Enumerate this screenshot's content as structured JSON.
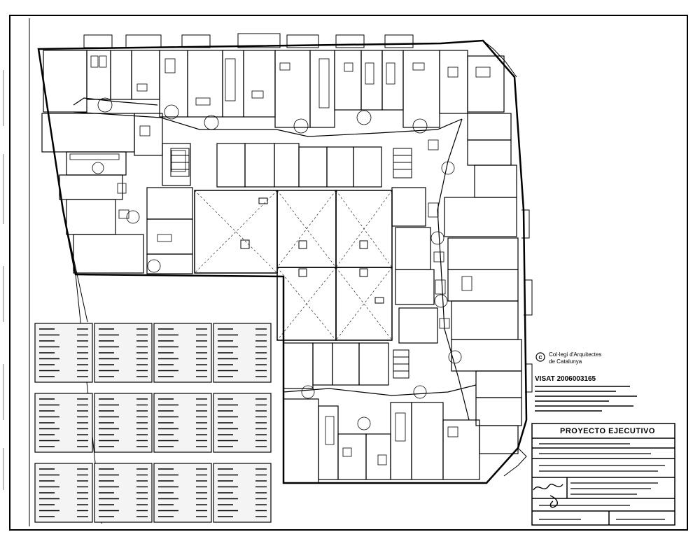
{
  "seal": {
    "line1": "Col·legi d'Arquitectes",
    "line2": "de Catalunya"
  },
  "visado": {
    "code": "VISAT 2006003165"
  },
  "title_block": {
    "heading": "PROYECTO EJECUTIVO"
  },
  "colors": {
    "ink": "#000000",
    "paper": "#ffffff",
    "table_fill": "#f4f4f4"
  }
}
